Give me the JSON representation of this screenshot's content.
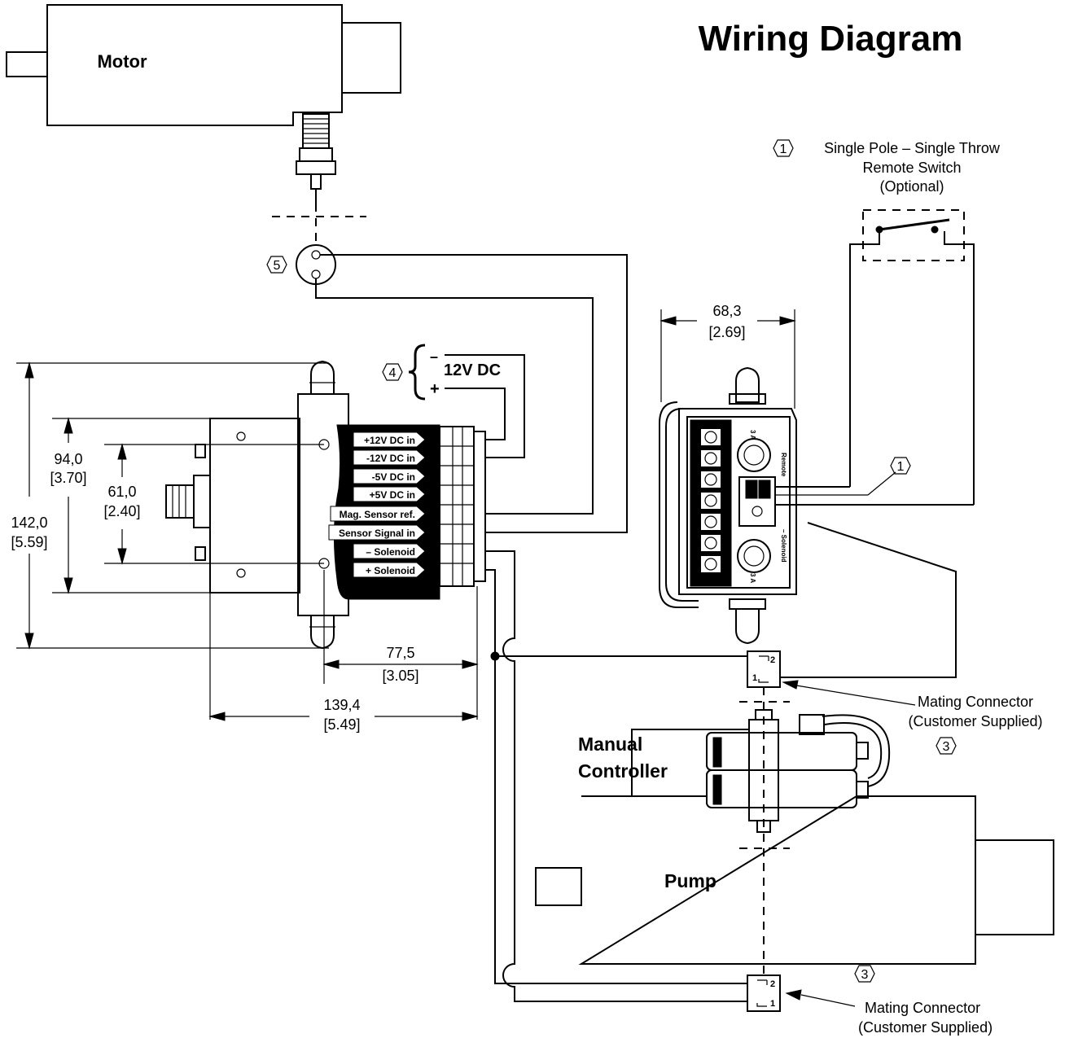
{
  "title": "Wiring Diagram",
  "components": {
    "motor": "Motor",
    "pump": "Pump",
    "manual_controller": [
      "Manual",
      "Controller"
    ]
  },
  "power": {
    "label": "12V DC",
    "minus": "–",
    "plus": "+"
  },
  "terminals": [
    "+12V DC  in",
    "-12V DC  in",
    "-5V DC  in",
    "+5V DC  in",
    "Mag. Sensor ref.",
    "Sensor Signal in",
    "– Solenoid",
    "+ Solenoid"
  ],
  "switch_note": [
    "Single Pole – Single Throw",
    "Remote Switch",
    "(Optional)"
  ],
  "connector_note": [
    "Mating Connector",
    "(Customer Supplied)"
  ],
  "callouts": {
    "switch": "1",
    "connector": "3",
    "power": "4",
    "sensor": "5"
  },
  "pin_labels": {
    "pin1": "1",
    "pin2": "2"
  },
  "panel_labels": {
    "remote": "Remote",
    "solenoid": "– Solenoid",
    "amp": "3 A"
  },
  "dimensions": {
    "width_main": [
      "68,3",
      "[2.69]"
    ],
    "height_94": [
      "94,0",
      "[3.70]"
    ],
    "height_61": [
      "61,0",
      "[2.40]"
    ],
    "height_142": [
      "142,0",
      "[5.59]"
    ],
    "depth_77": [
      "77,5",
      "[3.05]"
    ],
    "depth_139": [
      "139,4",
      "[5.49]"
    ]
  }
}
